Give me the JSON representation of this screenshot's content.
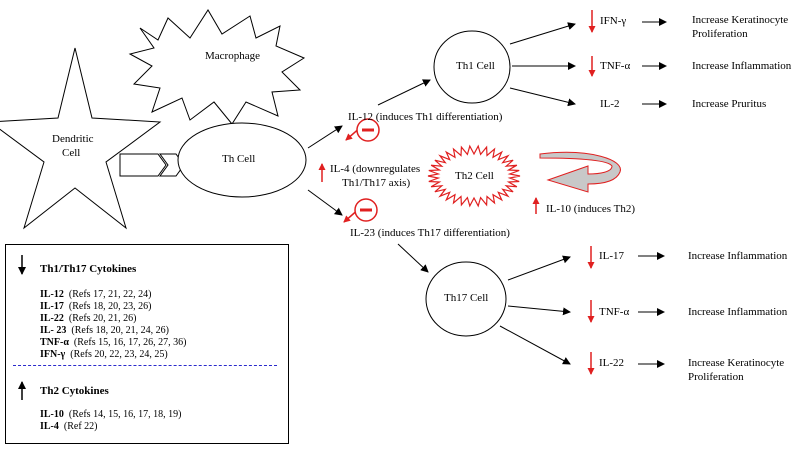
{
  "nodes": {
    "macrophage": "Macrophage",
    "dendritic": [
      "Dendritic",
      "Cell"
    ],
    "th_cell": "Th Cell",
    "th1_cell": "Th1 Cell",
    "th2_cell": "Th2 Cell",
    "th17_cell": "Th17 Cell"
  },
  "pathways": {
    "il12": "IL-12 (induces Th1 differentiation)",
    "il4": [
      "IL-4 (downregulates",
      "Th1/Th17 axis)"
    ],
    "il23": "IL-23 (induces Th17 differentiation)",
    "il10": "IL-10 (induces Th2)"
  },
  "th1_outputs": [
    {
      "cytokine": "IFN-γ",
      "direction": "down",
      "effect": [
        "Increase Keratinocyte",
        "Proliferation"
      ]
    },
    {
      "cytokine": "TNF-α",
      "direction": "down",
      "effect": [
        "Increase Inflammation"
      ]
    },
    {
      "cytokine": "IL-2",
      "direction": "none",
      "effect": [
        "Increase Pruritus"
      ]
    }
  ],
  "th17_outputs": [
    {
      "cytokine": "IL-17",
      "direction": "down",
      "effect": [
        "Increase Inflammation"
      ]
    },
    {
      "cytokine": "TNF-α",
      "direction": "down",
      "effect": [
        "Increase Inflammation"
      ]
    },
    {
      "cytokine": "IL-22",
      "direction": "down",
      "effect": [
        "Increase Keratinocyte",
        "Proliferation"
      ]
    }
  ],
  "legend": {
    "th1_header": "Th1/Th17 Cytokines",
    "th1_items": [
      {
        "name": "IL-12",
        "refs": "(Refs 17, 21, 22, 24)"
      },
      {
        "name": "IL-17",
        "refs": "(Refs 18, 20, 23, 26)"
      },
      {
        "name": "IL-22",
        "refs": "(Refs 20, 21, 26)"
      },
      {
        "name": "IL- 23",
        "refs": "(Refs 18, 20, 21, 24, 26)"
      },
      {
        "name": "TNF-α",
        "refs": "(Refs 15, 16, 17, 26, 27, 36)"
      },
      {
        "name": "IFN-γ",
        "refs": "(Refs 20, 22, 23, 24, 25)"
      }
    ],
    "th2_header": "Th2 Cytokines",
    "th2_items": [
      {
        "name": "IL-10",
        "refs": "(Refs 14, 15, 16, 17, 18, 19)"
      },
      {
        "name": "IL-4",
        "refs": "(Ref 22)"
      }
    ]
  },
  "colors": {
    "line": "#000000",
    "down_arrow": "#e02020",
    "up_arrow": "#e02020",
    "legend_divider": "#2b2bcc",
    "th2_burst": "#e02020",
    "feedback_fill": "#c8c8c8"
  }
}
